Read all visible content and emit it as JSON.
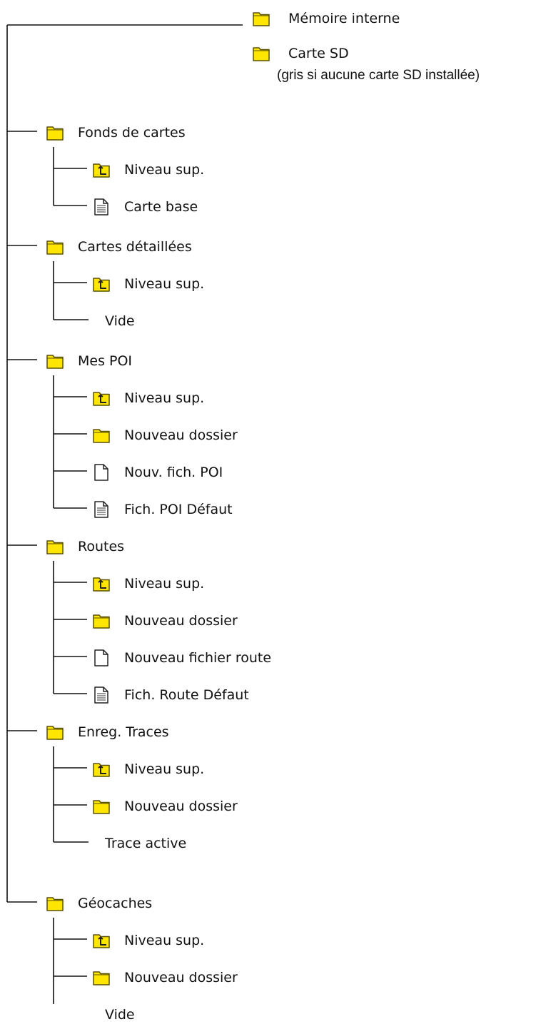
{
  "roots": [
    {
      "label": "Mémoire interne",
      "icon": "folder"
    },
    {
      "label": "Carte SD",
      "icon": "folder",
      "note": "(gris si aucune carte SD installée)"
    }
  ],
  "groups": [
    {
      "label": "Fonds de cartes",
      "icon": "folder",
      "children": [
        {
          "label": "Niveau sup.",
          "icon": "folder-up"
        },
        {
          "label": "Carte base",
          "icon": "document"
        }
      ]
    },
    {
      "label": "Cartes détaillées",
      "icon": "folder",
      "children": [
        {
          "label": "Niveau sup.",
          "icon": "folder-up"
        },
        {
          "label": "Vide",
          "icon": "none"
        }
      ]
    },
    {
      "label": "Mes POI",
      "icon": "folder",
      "children": [
        {
          "label": "Niveau sup.",
          "icon": "folder-up"
        },
        {
          "label": "Nouveau dossier",
          "icon": "folder"
        },
        {
          "label": "Nouv. fich. POI",
          "icon": "blank-document"
        },
        {
          "label": "Fich. POI Défaut",
          "icon": "document"
        }
      ]
    },
    {
      "label": "Routes",
      "icon": "folder",
      "children": [
        {
          "label": "Niveau sup.",
          "icon": "folder-up"
        },
        {
          "label": "Nouveau dossier",
          "icon": "folder"
        },
        {
          "label": "Nouveau fichier route",
          "icon": "blank-document"
        },
        {
          "label": "Fich. Route Défaut",
          "icon": "document"
        }
      ]
    },
    {
      "label": "Enreg. Traces",
      "icon": "folder",
      "children": [
        {
          "label": "Niveau sup.",
          "icon": "folder-up"
        },
        {
          "label": "Nouveau dossier",
          "icon": "folder"
        },
        {
          "label": "Trace active",
          "icon": "none"
        }
      ]
    },
    {
      "label": "Géocaches",
      "icon": "folder",
      "children": [
        {
          "label": "Niveau sup.",
          "icon": "folder-up"
        },
        {
          "label": "Nouveau dossier",
          "icon": "folder"
        },
        {
          "label": "Vide",
          "icon": "none"
        }
      ]
    }
  ],
  "colors": {
    "folder_fill": "#ffe600",
    "folder_stroke": "#5a5000",
    "up_arrow": "#222222",
    "doc_fill": "#ffffff",
    "doc_stroke": "#222222",
    "line": "#111111"
  }
}
